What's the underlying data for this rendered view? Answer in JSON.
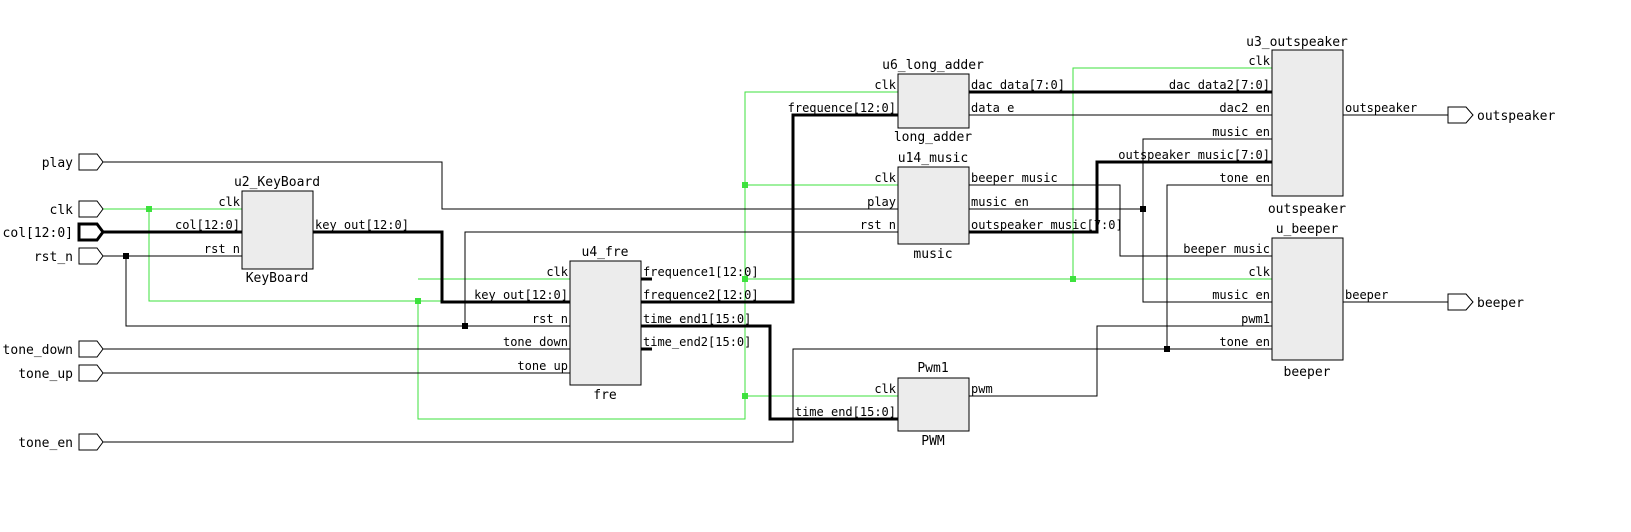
{
  "inputs": {
    "play": "play",
    "clk": "clk",
    "col": "col[12:0]",
    "rst_n": "rst_n",
    "tone_down": "tone_down",
    "tone_up": "tone_up",
    "tone_en": "tone_en"
  },
  "outputs": {
    "outspeaker": "outspeaker",
    "beeper": "beeper"
  },
  "blocks": {
    "keyboard": {
      "instance": "u2_KeyBoard",
      "module": "KeyBoard",
      "pins": {
        "clk": "clk",
        "col": "col[12:0]",
        "rst_n": "rst_n",
        "key_out": "key_out[12:0]"
      }
    },
    "fre": {
      "instance": "u4_fre",
      "module": "fre",
      "pins": {
        "clk": "clk",
        "key_out": "key_out[12:0]",
        "rst_n": "rst_n",
        "tone_down": "tone_down",
        "tone_up": "tone_up",
        "frequence1": "frequence1[12:0]",
        "frequence2": "frequence2[12:0]",
        "time_end1": "time_end1[15:0]",
        "time_end2": "time_end2[15:0]"
      }
    },
    "long_adder": {
      "instance": "u6_long_adder",
      "module": "long_adder",
      "pins": {
        "clk": "clk",
        "frequence": "frequence[12:0]",
        "dac_data": "dac_data[7:0]",
        "data_e": "data_e"
      }
    },
    "music": {
      "instance": "u14_music",
      "module": "music",
      "pins": {
        "clk": "clk",
        "play": "play",
        "rst_n": "rst_n",
        "beeper_music": "beeper_music",
        "music_en": "music_en",
        "outspeaker_music": "outspeaker_music[7:0]"
      }
    },
    "pwm": {
      "instance": "Pwm1",
      "module": "PWM",
      "pins": {
        "clk": "clk",
        "time_end": "time_end[15:0]",
        "pwm": "pwm"
      }
    },
    "outspeaker": {
      "instance": "u3_outspeaker",
      "module": "outspeaker",
      "pins": {
        "clk": "clk",
        "dac_data2": "dac_data2[7:0]",
        "dac2_en": "dac2_en",
        "music_en": "music_en",
        "outspeaker_music": "outspeaker_music[7:0]",
        "tone_en": "tone_en",
        "outspeaker": "outspeaker"
      }
    },
    "beeper": {
      "instance": "u_beeper",
      "module": "beeper",
      "pins": {
        "beeper_music": "beeper_music",
        "clk": "clk",
        "music_en": "music_en",
        "pwm1": "pwm1",
        "tone_en": "tone_en",
        "beeper": "beeper"
      }
    }
  },
  "colors": {
    "clock_net": "#3de23d",
    "block_fill": "#ececec",
    "wire": "#000000"
  }
}
